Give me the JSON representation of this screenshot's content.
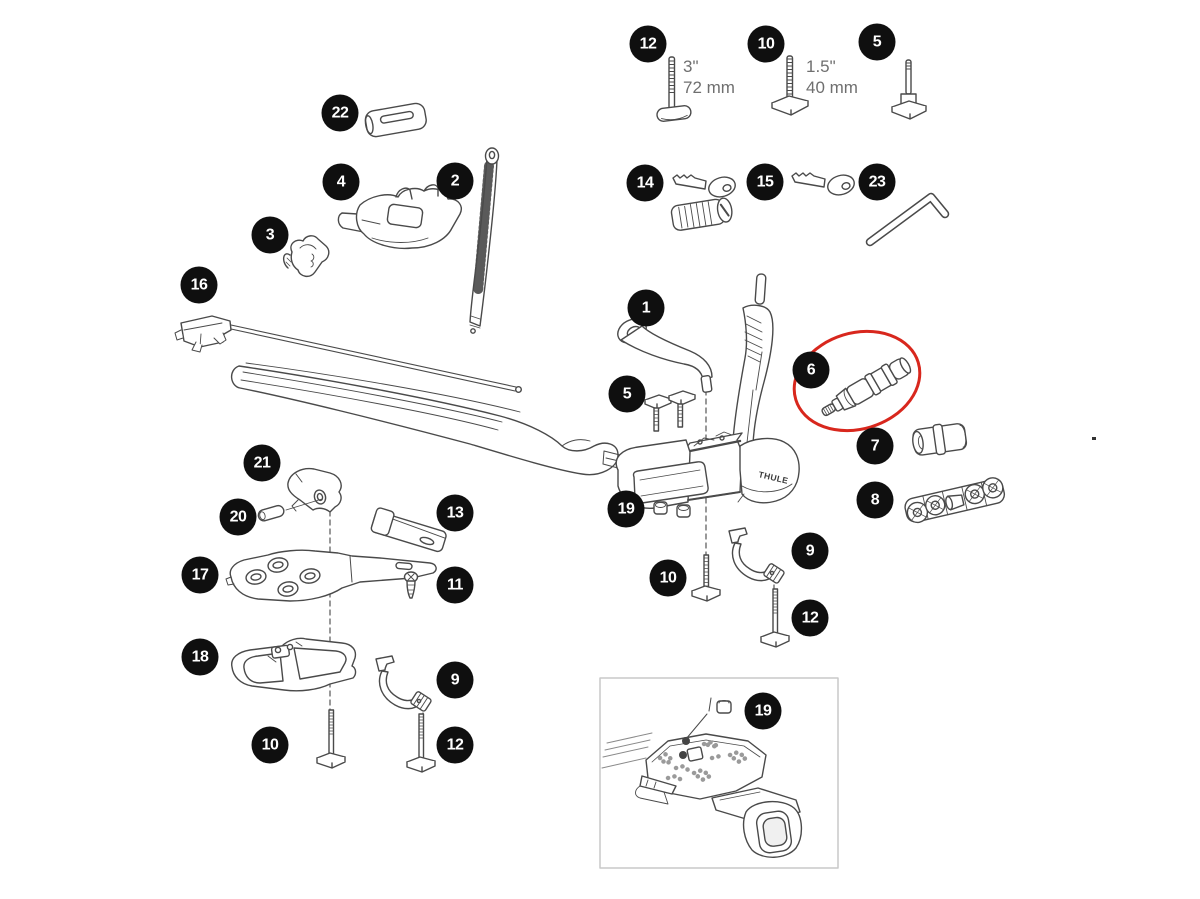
{
  "diagram": {
    "type": "exploded-parts-diagram",
    "product_brand": "THULE",
    "highlighted_part": "6",
    "highlight_color": "#d8271d",
    "part_numbers_shown": [
      "1",
      "2",
      "3",
      "4",
      "5",
      "6",
      "7",
      "8",
      "9",
      "10",
      "11",
      "12",
      "13",
      "14",
      "15",
      "16",
      "17",
      "18",
      "19",
      "20",
      "21",
      "22",
      "23"
    ]
  },
  "labels": {
    "bolt12_in": "3\"",
    "bolt12_mm": "72 mm",
    "bolt10_in": "1.5\"",
    "bolt10_mm": "40 mm",
    "brand": "THULE"
  },
  "badges": {
    "b12_top": "12",
    "b10_top": "10",
    "b5_top": "5",
    "b14": "14",
    "b15": "15",
    "b23": "23",
    "b22": "22",
    "b4": "4",
    "b2": "2",
    "b3": "3",
    "b16": "16",
    "b1": "1",
    "b5_mid": "5",
    "b6": "6",
    "b7": "7",
    "b8": "8",
    "b19_mid": "19",
    "b21": "21",
    "b20": "20",
    "b13": "13",
    "b17": "17",
    "b11": "11",
    "b18": "18",
    "b10_left": "10",
    "b9_left": "9",
    "b12_left": "12",
    "b10_mid": "10",
    "b9_mid": "9",
    "b12_mid": "12",
    "b19_inset": "19"
  }
}
